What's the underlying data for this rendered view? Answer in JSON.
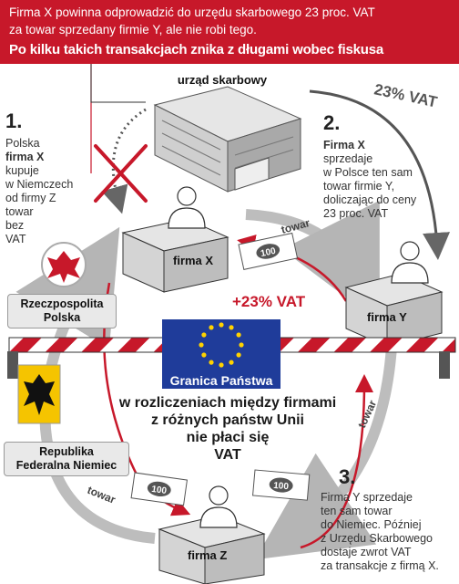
{
  "banner": {
    "line1": "Firma X powinna odprowadzić do urzędu skarbowego 23 proc. VAT",
    "line2": "za towar sprzedany firmie Y, ale nie robi tego.",
    "line3": "Po kilku takich transakcjach znika z długami wobec fiskusa"
  },
  "office_label": "urząd skarbowy",
  "vat_arrow_label": "23% VAT",
  "step1": {
    "num": "1.",
    "lines": [
      "Polska",
      "firma X",
      "kupuje",
      "w Niemczech",
      "od firmy Z",
      "towar",
      "bez",
      "VAT"
    ]
  },
  "step2": {
    "num": "2.",
    "lines": [
      "Firma X",
      "sprzedaje",
      "w Polsce ten sam",
      "towar firmie Y,",
      "doliczając do ceny",
      "23 proc. VAT"
    ]
  },
  "step3": {
    "num": "3.",
    "lines": [
      "Firma Y sprzedaje",
      "ten sam towar",
      "do Niemiec. Później",
      "z Urzędu Skarbowego",
      "dostaje zwrot VAT",
      "za transakcje z firmą X."
    ]
  },
  "firms": {
    "x": "firma X",
    "y": "firma Y",
    "z": "firma Z"
  },
  "goods_label": "towar",
  "plus_vat": "+23% VAT",
  "banknote_value": "100",
  "countries": {
    "pl": [
      "Rzeczpospolita",
      "Polska"
    ],
    "de": [
      "Republika",
      "Federalna Niemiec"
    ]
  },
  "border_sign": "Granica Państwa",
  "center_text": [
    "w rozliczeniach między firmami",
    "z różnych państw Unii",
    "nie płaci się",
    "VAT"
  ],
  "colors": {
    "red": "#c7182a",
    "eu_blue": "#1f3c9a",
    "eu_yellow": "#ffd200",
    "box_gray": "#c9c9c9"
  }
}
